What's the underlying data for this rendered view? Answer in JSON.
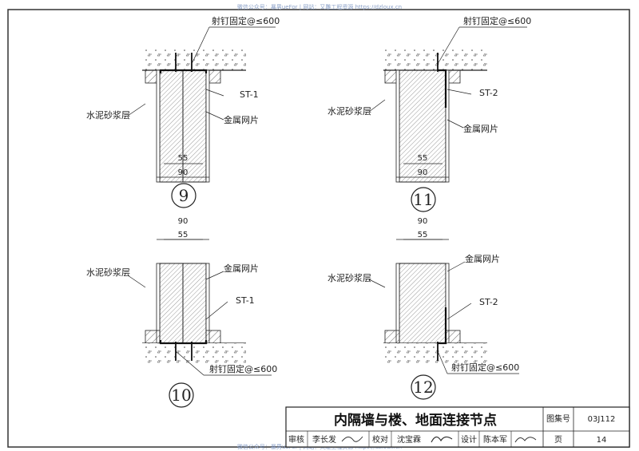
{
  "watermark_top": "微信公众号：暴男ueFor | 网站：又雕工程资源 https://dzloux.cn",
  "watermark_bottom": "微信公众号：暴男ueFor | 网站：又雕工程资源 https://dzloux.cn",
  "details": {
    "d9": {
      "number": "9",
      "nail": "射钉固定@≤600",
      "clip": "ST-1",
      "mortar": "水泥砂浆层",
      "mesh": "金属网片",
      "dim_inner": "55",
      "dim_outer": "90"
    },
    "d11": {
      "number": "11",
      "nail": "射钉固定@≤600",
      "clip": "ST-2",
      "mortar": "水泥砂浆层",
      "mesh": "金属网片",
      "dim_inner": "55",
      "dim_outer": "90"
    },
    "d10": {
      "number": "10",
      "nail": "射钉固定@≤600",
      "clip": "ST-1",
      "mortar": "水泥砂浆层",
      "mesh": "金属网片",
      "dim_inner": "55",
      "dim_outer": "90"
    },
    "d12": {
      "number": "12",
      "nail": "射钉固定@≤600",
      "clip": "ST-2",
      "mortar": "水泥砂浆层",
      "mesh": "金属网片",
      "dim_inner": "55",
      "dim_outer": "90"
    }
  },
  "title_block": {
    "title": "内隔墙与楼、地面连接节点",
    "atlas_label": "图集号",
    "atlas_no": "03J112",
    "review_label": "审核",
    "reviewer": "李长发",
    "check_label": "校对",
    "checker": "沈宝霖",
    "design_label": "设计",
    "designer": "陈本军",
    "page_label": "页",
    "page_no": "14"
  }
}
